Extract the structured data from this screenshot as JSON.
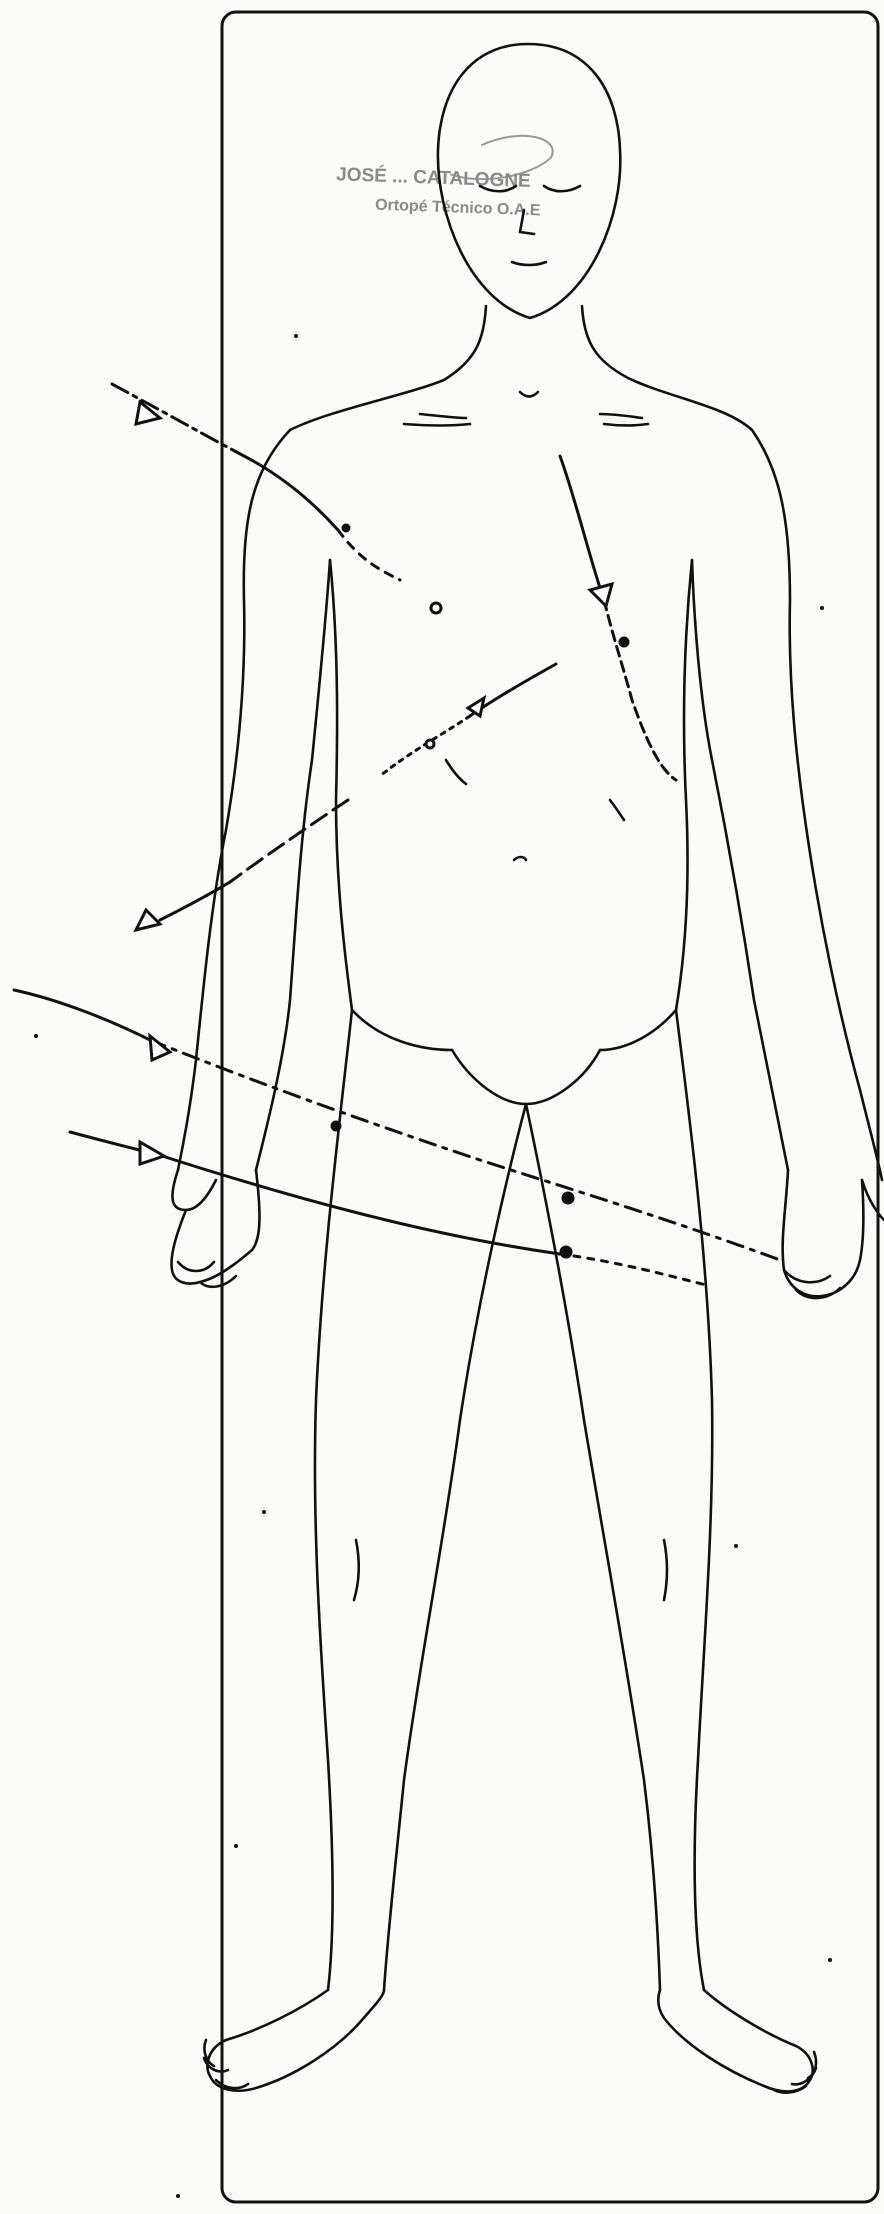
{
  "stamp": {
    "line1": "JOSÉ ... CATALOGNE",
    "line2": "Ortopé Técnico O.A.E"
  },
  "colors": {
    "paper": "#fbfbf9",
    "ink": "#111111",
    "stamp": "#8a8a8a"
  },
  "trajectories": [
    {
      "name": "upper-left-chest",
      "entry": "left",
      "marker": "arrow-head"
    },
    {
      "name": "upper-right-chest",
      "entry": "top-right",
      "marker": "arrow-head"
    },
    {
      "name": "mid-chest",
      "entry": "right",
      "marker": "arrow-head"
    },
    {
      "name": "abdomen-exit-left",
      "entry": "center",
      "marker": "arrow-head"
    },
    {
      "name": "hip-upper",
      "entry": "left",
      "marker": "arrow-head"
    },
    {
      "name": "hip-lower",
      "entry": "left",
      "marker": "arrow-head"
    }
  ]
}
